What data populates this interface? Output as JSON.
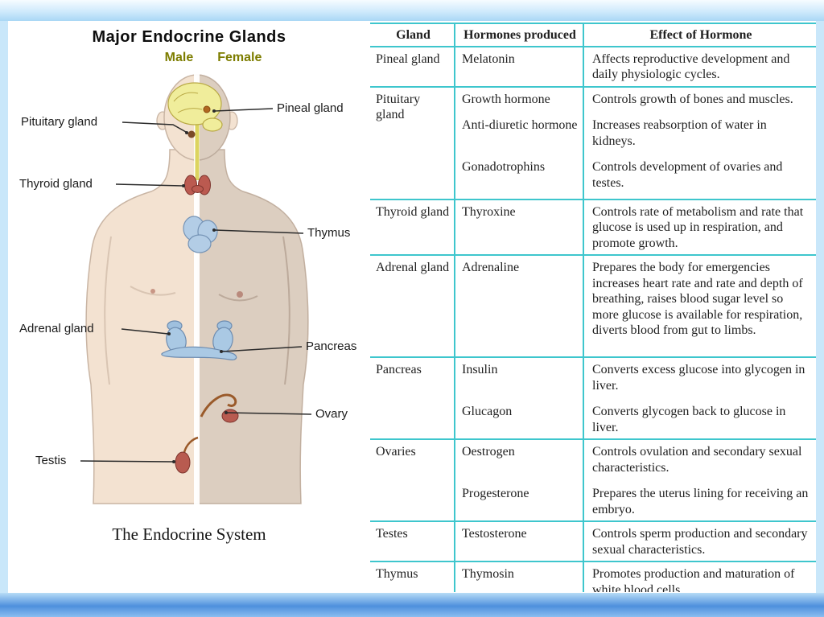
{
  "diagram": {
    "title": "Major Endocrine Glands",
    "male_label": "Male",
    "female_label": "Female",
    "caption": "The Endocrine System",
    "labels": {
      "pituitary": "Pituitary gland",
      "thyroid": "Thyroid gland",
      "adrenal": "Adrenal gland",
      "testis": "Testis",
      "pineal": "Pineal gland",
      "thymus": "Thymus",
      "pancreas": "Pancreas",
      "ovary": "Ovary"
    }
  },
  "table": {
    "headers": [
      "Gland",
      "Hormones produced",
      "Effect of Hormone"
    ],
    "rows": [
      {
        "gland": "Pineal gland",
        "entries": [
          {
            "hormone": "Melatonin",
            "effect": "Affects reproductive development and daily physiologic cycles."
          }
        ]
      },
      {
        "gland": "Pituitary gland",
        "entries": [
          {
            "hormone": "Growth hormone",
            "effect": "Controls growth of bones and muscles."
          },
          {
            "hormone": "Anti-diuretic hormone",
            "effect": "Increases reabsorption of water in kidneys."
          },
          {
            "hormone": "Gonadotrophins",
            "effect": "Controls development of ovaries and testes."
          }
        ]
      },
      {
        "gland": "Thyroid gland",
        "entries": [
          {
            "hormone": "Thyroxine",
            "effect": "Controls rate of metabolism and rate that glucose is used up in respiration, and promote growth."
          }
        ]
      },
      {
        "gland": "Adrenal gland",
        "entries": [
          {
            "hormone": "Adrenaline",
            "effect": "Prepares the body for emergencies increases heart rate and rate and depth of breathing, raises blood sugar level so more glucose is available for respiration, diverts blood from gut to limbs."
          }
        ]
      },
      {
        "gland": "Pancreas",
        "entries": [
          {
            "hormone": "Insulin",
            "effect": "Converts excess glucose into glycogen in liver."
          },
          {
            "hormone": "Glucagon",
            "effect": "Converts glycogen back to glucose in liver."
          }
        ]
      },
      {
        "gland": "Ovaries",
        "entries": [
          {
            "hormone": "Oestrogen",
            "effect": "Controls ovulation and secondary sexual characteristics."
          },
          {
            "hormone": "Progesterone",
            "effect": "Prepares the uterus lining for receiving an embryo."
          }
        ]
      },
      {
        "gland": "Testes",
        "entries": [
          {
            "hormone": "Testosterone",
            "effect": "Controls sperm production and secondary sexual characteristics."
          }
        ]
      },
      {
        "gland": "Thymus",
        "entries": [
          {
            "hormone": "Thymosin",
            "effect": "Promotes production and maturation of white blood cells ."
          }
        ]
      }
    ]
  },
  "colors": {
    "table_line": "#3ec6cd",
    "background": "#c9e7fa",
    "bottom_bar": "#4e90dd",
    "male_female_label": "#7d7d00",
    "organ_red": "#b85b50",
    "organ_blue": "#aac9e4",
    "brain_yellow": "#f0ed9b"
  }
}
